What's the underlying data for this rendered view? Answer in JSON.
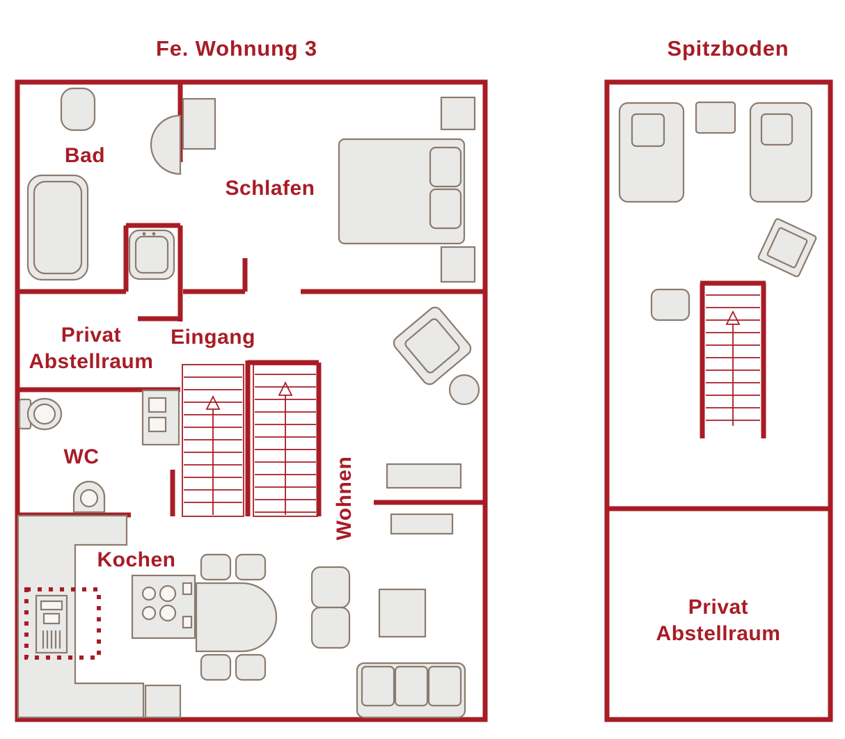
{
  "colors": {
    "wall": "#a81c26",
    "furniture_fill": "#e9e9e8",
    "furniture_stroke": "#8a7b6e",
    "label": "#a81c26",
    "background": "#ffffff"
  },
  "left_plan": {
    "title": "Fe. Wohnung 3",
    "labels": {
      "bad": "Bad",
      "schlafen": "Schlafen",
      "privat_line1": "Privat",
      "privat_line2": "Abstellraum",
      "eingang": "Eingang",
      "wc": "WC",
      "wohnen": "Wohnen",
      "kochen": "Kochen"
    }
  },
  "right_plan": {
    "title": "Spitzboden",
    "labels": {
      "privat_line1": "Privat",
      "privat_line2": "Abstellraum"
    }
  }
}
